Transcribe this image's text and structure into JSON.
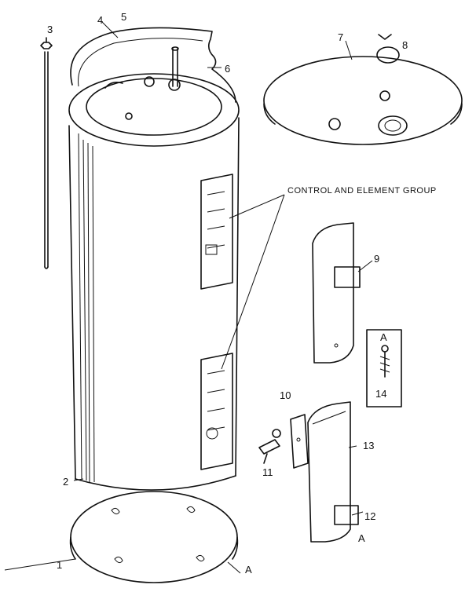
{
  "callouts": {
    "n1": "1",
    "n2": "2",
    "n3": "3",
    "n4": "4",
    "n5": "5",
    "n6": "6",
    "n7": "7",
    "n8": "8",
    "n9": "9",
    "n10": "10",
    "n11": "11",
    "n12": "12",
    "n13": "13",
    "n14": "14",
    "a_bottom": "A",
    "a_panel": "A",
    "a_screw": "A"
  },
  "group_label": "CONTROL AND ELEMENT GROUP"
}
